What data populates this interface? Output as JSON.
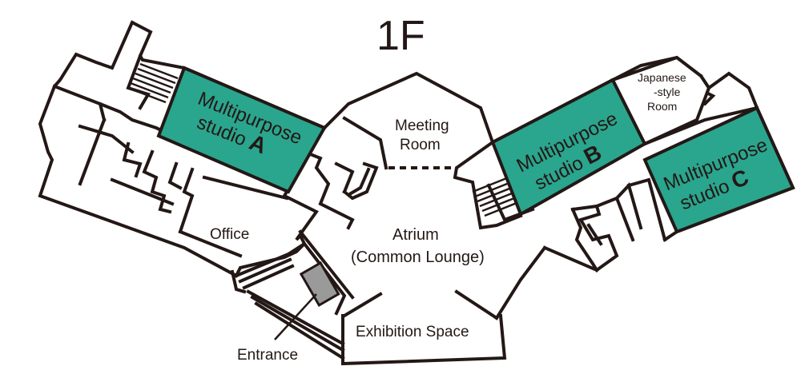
{
  "floor_title": "1F",
  "colors": {
    "studio_fill": "#2aa58e",
    "wall": "#231815",
    "entrance_fill": "#9a9a9a",
    "background": "#ffffff"
  },
  "rooms": {
    "studio_a": {
      "line1": "Multipurpose",
      "line2": "studio",
      "letter": "A"
    },
    "studio_b": {
      "line1": "Multipurpose",
      "line2": "studio",
      "letter": "B"
    },
    "studio_c": {
      "line1": "Multipurpose",
      "line2": "studio",
      "letter": "C"
    },
    "japanese_room": {
      "line1": "Japanese",
      "line2": "-style",
      "line3": "Room"
    },
    "meeting_room": {
      "line1": "Meeting",
      "line2": "Room"
    },
    "atrium": {
      "line1": "Atrium",
      "line2": "(Common Lounge)"
    },
    "office": {
      "label": "Office"
    },
    "exhibition_space": {
      "label": "Exhibition Space"
    },
    "entrance": {
      "label": "Entrance"
    }
  }
}
